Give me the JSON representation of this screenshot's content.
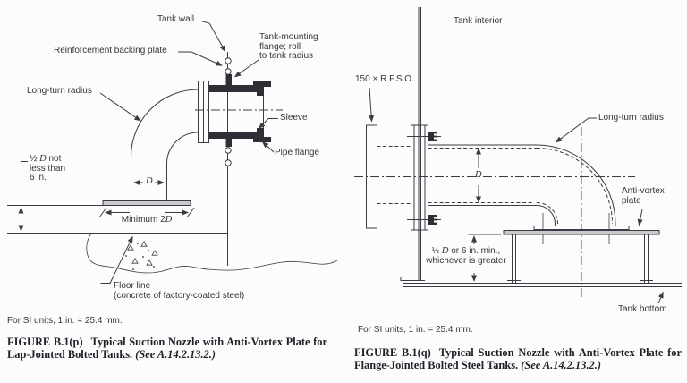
{
  "page": {
    "ink_color": "#3b3c43",
    "text_color": "#34353c",
    "caption_color": "#1f2028"
  },
  "figure_left": {
    "labels": {
      "tank_wall": "Tank wall",
      "reinforcement_backing_plate": "Reinforcement backing plate",
      "tank_mounting_l1": "Tank-mounting",
      "tank_mounting_l2": "flange; roll",
      "tank_mounting_l3": "to tank radius",
      "long_turn_radius": "Long-turn radius",
      "sleeve": "Sleeve",
      "pipe_flange": "Pipe flange",
      "clearance_l1_pre": "½ ",
      "clearance_l1_var": "D",
      "clearance_l1_post": " not",
      "clearance_l2": "less than",
      "clearance_l3": "6 in.",
      "diameter_var": "D",
      "min_plate_pre": "Minimum 2",
      "min_plate_var": "D",
      "floor_l1": "Floor line",
      "floor_l2": "(concrete of factory-coated steel)"
    },
    "si_note": "For SI units, 1 in. = 25.4 mm.",
    "caption": {
      "figure_no": "FIGURE B.1(p)",
      "title": "Typical Suction Nozzle with Anti-Vortex Plate for Lap-Jointed Bolted Tanks.",
      "see_ref": "(See A.14.2.13.2.)"
    }
  },
  "figure_right": {
    "labels": {
      "tank_interior": "Tank interior",
      "rfso": "150 × R.F.S.O.",
      "long_turn_radius": "Long-turn radius",
      "diameter_var": "D",
      "anti_vortex_l1": "Anti-vortex",
      "anti_vortex_l2": "plate",
      "clearance_l1_pre": "½ ",
      "clearance_l1_var": "D",
      "clearance_l1_post": " or 6 in. min.,",
      "clearance_l2": "whichever is greater",
      "tank_bottom": "Tank bottom"
    },
    "si_note": "For SI units, 1 in. = 25.4 mm.",
    "caption": {
      "figure_no": "FIGURE B.1(q)",
      "title": "Typical Suction Nozzle with Anti-Vortex Plate for Flange-Jointed Bolted Steel Tanks.",
      "see_ref": "(See A.14.2.13.2.)"
    }
  }
}
